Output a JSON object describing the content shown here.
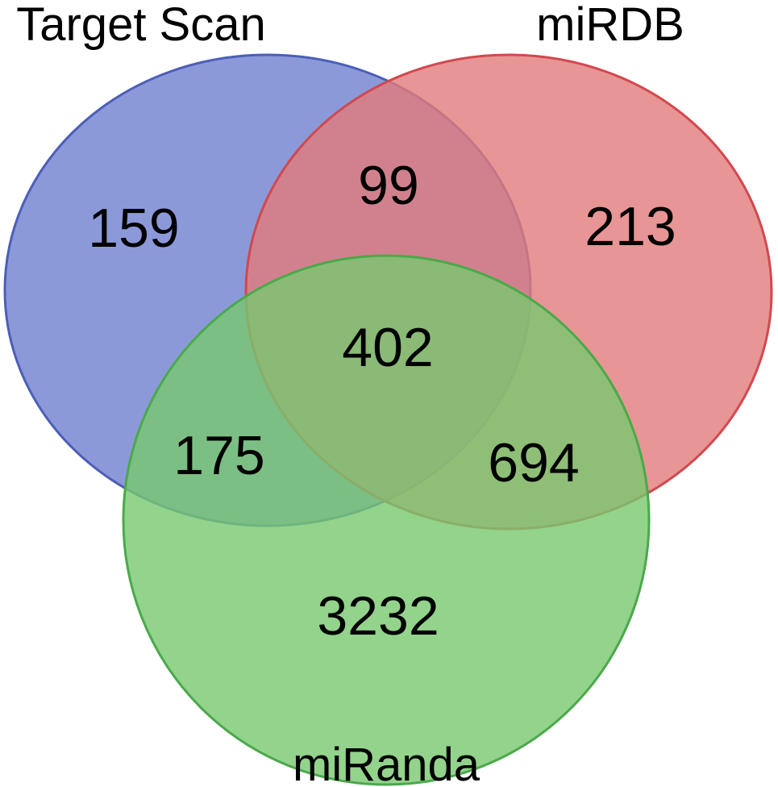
{
  "diagram": {
    "type": "venn",
    "sets": [
      {
        "key": "ts",
        "name": "Target Scan",
        "fill": "#6f80cf",
        "stroke": "#4b5fb8"
      },
      {
        "key": "mr",
        "name": "miRDB",
        "fill": "#e27a7a",
        "stroke": "#d0494f"
      },
      {
        "key": "mi",
        "name": "miRanda",
        "fill": "#78c86f",
        "stroke": "#4aa94a"
      }
    ],
    "regions": {
      "ts_only": "159",
      "mr_only": "213",
      "mi_only": "3232",
      "ts_mr": "99",
      "ts_mi": "175",
      "mr_mi": "694",
      "all": "402"
    }
  }
}
